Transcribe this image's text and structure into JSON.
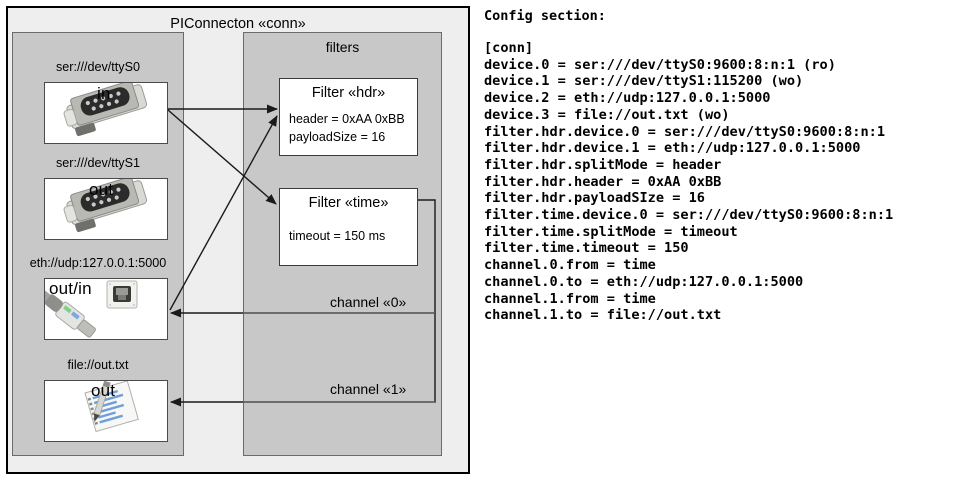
{
  "diagram": {
    "title": "PIConnecton «conn»",
    "devices_panel": {
      "items": [
        {
          "label": "ser:///dev/ttyS0",
          "io": "in",
          "icon": "serial-port-icon"
        },
        {
          "label": "ser:///dev/ttyS1",
          "io": "out",
          "icon": "serial-port-icon"
        },
        {
          "label": "eth://udp:127.0.0.1:5000",
          "io": "out/in",
          "icon": "network-plug-icon"
        },
        {
          "label": "file://out.txt",
          "io": "out",
          "icon": "text-file-icon"
        }
      ]
    },
    "filters_panel": {
      "title": "filters",
      "filters": [
        {
          "title": "Filter «hdr»",
          "props": [
            "header = 0xAA 0xBB",
            "payloadSize = 16"
          ]
        },
        {
          "title": "Filter «time»",
          "props": [
            "timeout = 150 ms"
          ]
        }
      ],
      "channels": [
        {
          "label": "channel «0»"
        },
        {
          "label": "channel «1»"
        }
      ]
    },
    "colors": {
      "frame_bg": "#eeeeee",
      "panel_bg": "#c8c8c8",
      "box_bg": "#ffffff",
      "border": "#000000",
      "arrow": "#1a1a1a"
    }
  },
  "config": {
    "heading": "Config section:",
    "lines": [
      "[conn]",
      "device.0 = ser:///dev/ttyS0:9600:8:n:1 (ro)",
      "device.1 = ser:///dev/ttyS1:115200 (wo)",
      "device.2 = eth://udp:127.0.0.1:5000",
      "device.3 = file://out.txt (wo)",
      "filter.hdr.device.0 = ser:///dev/ttyS0:9600:8:n:1",
      "filter.hdr.device.1 = eth://udp:127.0.0.1:5000",
      "filter.hdr.splitMode = header",
      "filter.hdr.header = 0xAA 0xBB",
      "filter.hdr.payloadSIze = 16",
      "filter.time.device.0 = ser:///dev/ttyS0:9600:8:n:1",
      "filter.time.splitMode = timeout",
      "filter.time.timeout = 150",
      "channel.0.from = time",
      "channel.0.to = eth://udp:127.0.0.1:5000",
      "channel.1.from = time",
      "channel.1.to = file://out.txt"
    ]
  }
}
